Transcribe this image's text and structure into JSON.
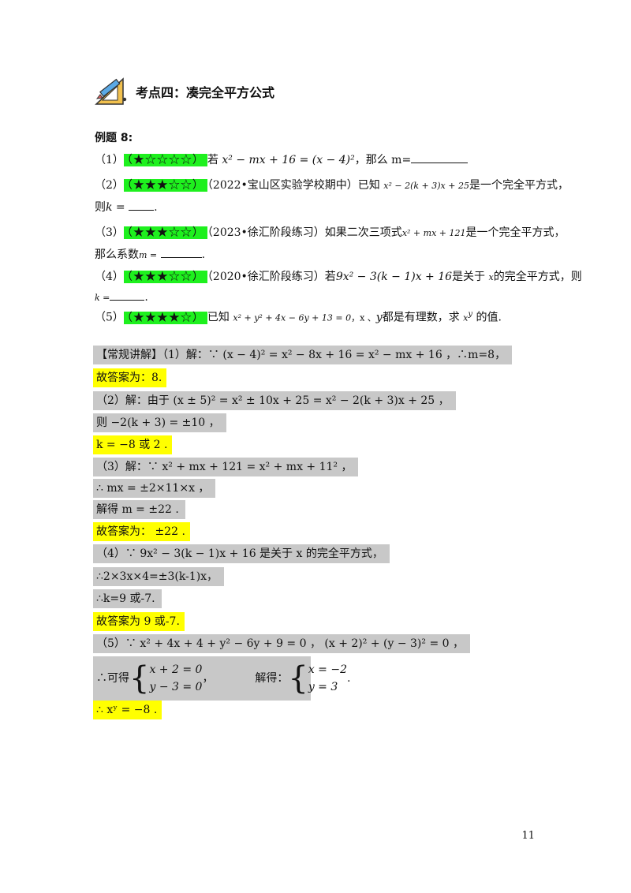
{
  "section": {
    "title": "考点四：凑完全平方公式",
    "icon": "ruler-pencil-icon"
  },
  "example_label": "例题 8:",
  "problems": [
    {
      "num": "（1）",
      "stars": "（★☆☆☆☆）",
      "text_a": "若",
      "expr": "x² − mx + 16 = (x − 4)²",
      "text_b": "，那么 m="
    },
    {
      "num": "（2）",
      "stars": "（★★★☆☆）",
      "text_a": "（2022•宝山区实验学校期中）已知",
      "expr": "x² − 2(k + 3)x + 25",
      "text_b": "是一个完全平方式，",
      "line2_a": "则",
      "line2_b": "k =",
      "line2_c": "."
    },
    {
      "num": "（3）",
      "stars": "（★★★☆☆）",
      "text_a": "（2023•徐汇阶段练习）如果二次三项式",
      "expr": "x² + mx + 121",
      "text_b": "是一个完全平方式，",
      "line2_a": "那么系数",
      "line2_b": "m =",
      "line2_c": "."
    },
    {
      "num": "（4）",
      "stars": "（★★★☆☆）",
      "text_a": "（2020•徐汇阶段练习）若",
      "expr": "9x² − 3(k − 1)x + 16",
      "text_b": "是关于",
      "var": "x",
      "text_c": "的完全平方式，则",
      "line2_b": "k =",
      "line2_c": "."
    },
    {
      "num": "（5）",
      "stars": "（★★★★☆）",
      "text_a": "已知",
      "expr": "x² + y² + 4x − 6y + 13 = 0",
      "text_b": "，x 、",
      "var": "y",
      "text_c": "都是有理数，求",
      "pow": "x",
      "pow_exp": "y",
      "text_d": "的值."
    }
  ],
  "solutions": [
    {
      "kind": "gray",
      "text": "【常规讲解】（1）解：∵ (x − 4)² = x² − 8x + 16 = x² − mx + 16 ，∴m=8，"
    },
    {
      "kind": "yellow",
      "text": "故答案为：8."
    },
    {
      "kind": "gray",
      "text": "（2）解：由于 (x ± 5)² = x² ± 10x + 25 = x² − 2(k + 3)x + 25 ，"
    },
    {
      "kind": "gray",
      "text": "则 −2(k + 3) = ±10 ，"
    },
    {
      "kind": "yellow",
      "text": "k = −8 或 2 ."
    },
    {
      "kind": "gray",
      "text": "（3）解：∵ x² + mx + 121 = x² + mx + 11² ，"
    },
    {
      "kind": "gray",
      "text": "∴ mx = ±2×11×x ，"
    },
    {
      "kind": "gray",
      "text": "解得 m = ±22 ."
    },
    {
      "kind": "yellow",
      "text": "故答案为：  ±22 ."
    },
    {
      "kind": "gray",
      "text": "（4）∵ 9x² − 3(k − 1)x + 16 是关于 x 的完全平方式，"
    },
    {
      "kind": "gray",
      "text": "∴2×3x×4=±3(k-1)x，"
    },
    {
      "kind": "gray",
      "text": "∴k=9 或-7."
    },
    {
      "kind": "yellow",
      "text": "故答案为 9 或-7."
    },
    {
      "kind": "gray",
      "text": "（5）∵ x² + 4x + 4 + y² − 6y + 9 = 0 ， (x + 2)² + (y − 3)² = 0 ，"
    },
    {
      "kind": "gray_system",
      "lead": "∴可得",
      "sys1_a": "x + 2 = 0",
      "sys1_b": "y − 3 = 0",
      "mid": "，",
      "lead2": "解得：",
      "sys2_a": "x = −2",
      "sys2_b": "y = 3",
      "end": "."
    },
    {
      "kind": "yellow",
      "text": "∴ xʸ = −8 ."
    }
  ],
  "page_number": "11"
}
